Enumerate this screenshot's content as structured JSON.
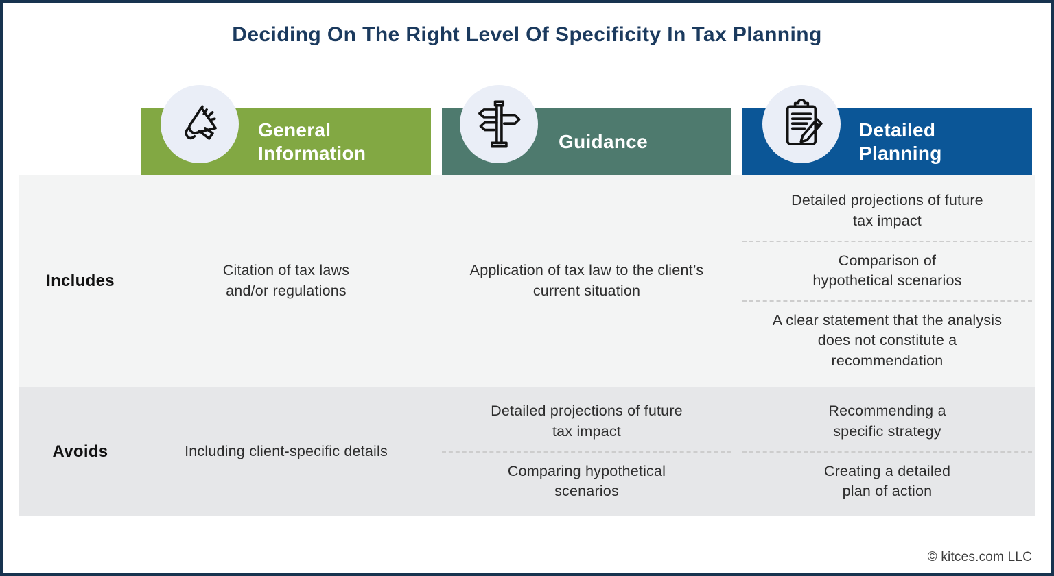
{
  "title": "Deciding On The Right Level Of Specificity In Tax Planning",
  "columns": [
    {
      "label": "General Information",
      "icon": "megaphone-icon",
      "color": "#82a843"
    },
    {
      "label": "Guidance",
      "icon": "signpost-icon",
      "color": "#4e7a6e"
    },
    {
      "label": "Detailed Planning",
      "icon": "clipboard-pencil-icon",
      "color": "#0b5697"
    }
  ],
  "rows": [
    {
      "label": "Includes",
      "cells": [
        [
          "Citation of tax laws and/or regulations"
        ],
        [
          "Application of tax law to the client’s current situation"
        ],
        [
          "Detailed projections of future tax impact",
          "Comparison of hypothetical scenarios",
          "A clear statement that the analysis does not constitute a recommendation"
        ]
      ]
    },
    {
      "label": "Avoids",
      "cells": [
        [
          "Including client-specific details"
        ],
        [
          "Detailed projections of future tax impact",
          "Comparing hypothetical scenarios"
        ],
        [
          "Recommending a specific strategy",
          "Creating a detailed plan of action"
        ]
      ]
    }
  ],
  "footer": "© kitces.com LLC",
  "colors": {
    "border_navy": "#17334f",
    "title_navy": "#1b3a5e",
    "green": "#82a843",
    "sage": "#4e7a6e",
    "blue": "#0b5697",
    "circle_bg": "#eaeef7",
    "row_includes_bg": "#f3f4f4",
    "row_avoids_bg": "#e6e7e9",
    "body_text": "#2d2d2d"
  }
}
